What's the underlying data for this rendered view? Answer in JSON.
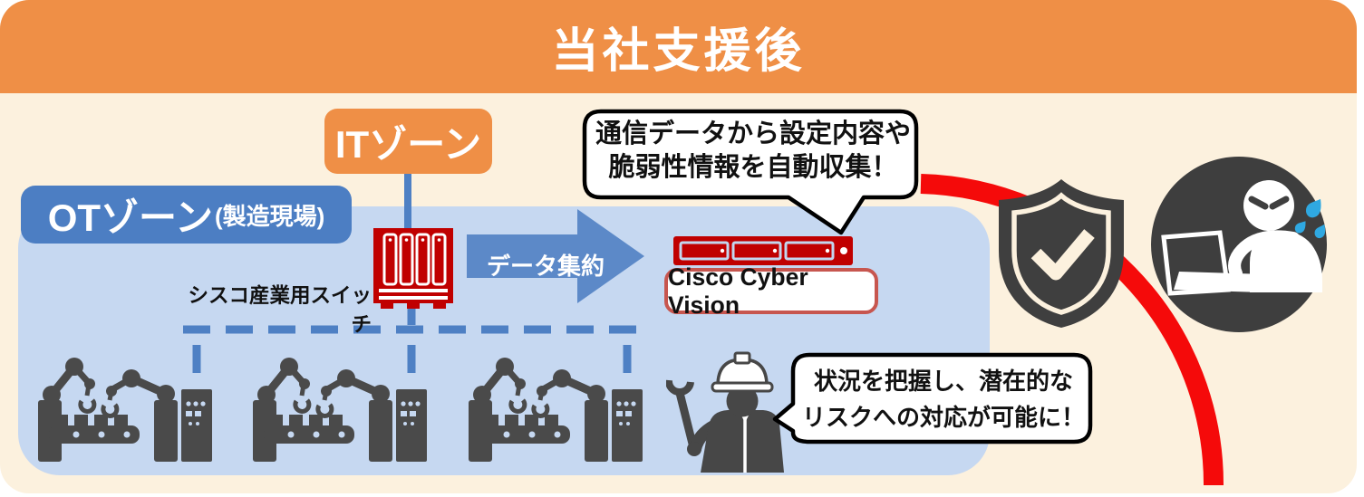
{
  "title": "当社支援後",
  "it_zone": {
    "label": "ITゾーン"
  },
  "ot_zone": {
    "label": "OTゾーン",
    "label_sub": "(製造現場)"
  },
  "switch": {
    "caption": "シスコ産業用スイッチ"
  },
  "flow_arrow": {
    "label": "データ集約"
  },
  "server": {
    "label": "Cisco Cyber Vision"
  },
  "callout_top": {
    "line1": "通信データから設定内容や",
    "line2": "脆弱性情報を自動収集！"
  },
  "callout_bottom": {
    "line1": "状況を把握し、潜在的な",
    "line2": "リスクへの対応が可能に！"
  },
  "icons": {
    "industrial_switch": "industrial-switch-icon",
    "appliance": "cyber-vision-appliance-icon",
    "factory_units": "robot-arm-conveyor-icon",
    "worker": "maintenance-worker-icon",
    "shield": "shield-check-icon",
    "attacker": "blocked-hacker-icon",
    "blocked_path": "red-block-curve"
  },
  "colors": {
    "header_orange": "#EF8F46",
    "background_cream": "#FCF1DE",
    "ot_zone_blue": "#C6D8F1",
    "zone_label_blue": "#4C7EC3",
    "connector_blue": "#4E80C4",
    "arrow_blue": "#5C89C8",
    "device_red": "#C00000",
    "cv_border_red": "#C7564F",
    "block_red": "#F50A0A",
    "icon_gray": "#474747",
    "hacker_circle": "#3E3E3E",
    "sweat_blue": "#2FA8E1"
  }
}
